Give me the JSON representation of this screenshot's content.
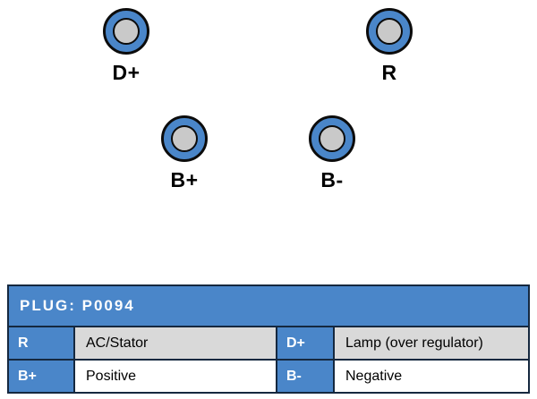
{
  "terminals": [
    {
      "label": "D+"
    },
    {
      "label": "R"
    },
    {
      "label": "B+"
    },
    {
      "label": "B-"
    }
  ],
  "plug_table": {
    "title": "PLUG: P0094",
    "cells": [
      {
        "key": "R",
        "value": "AC/Stator"
      },
      {
        "key": "D+",
        "value": "Lamp (over regulator)"
      },
      {
        "key": "B+",
        "value": "Positive"
      },
      {
        "key": "B-",
        "value": "Negative"
      }
    ]
  },
  "colors": {
    "accent_blue": "#4a86c9",
    "row_shaded": "#d9d9d9",
    "row_plain": "#ffffff",
    "terminal_center": "#c9c9c9",
    "table_border": "#15283f",
    "text_dark": "#000000",
    "text_light": "#ffffff"
  }
}
